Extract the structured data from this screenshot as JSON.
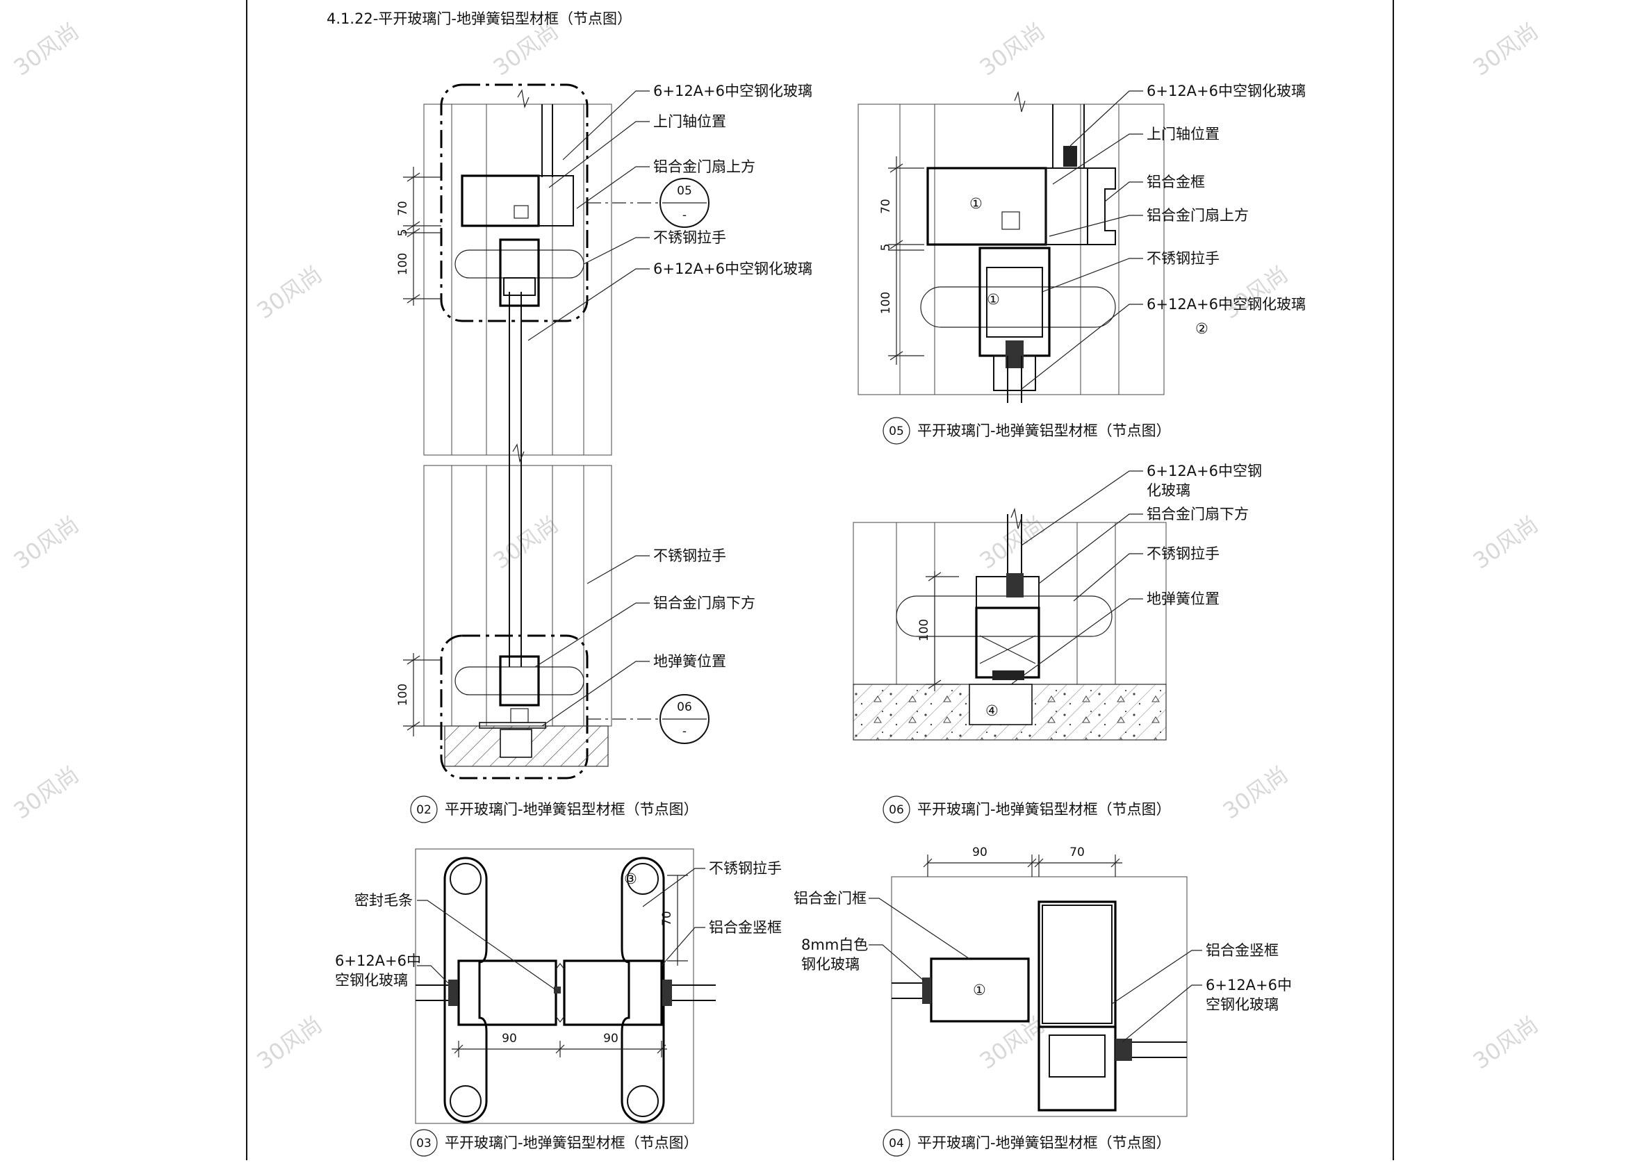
{
  "sheet": {
    "title": "4.1.22-平开玻璃门-地弹簧铝型材框（节点图）"
  },
  "watermark": "30风尚",
  "detail_02": {
    "caption_num": "02",
    "caption": "平开玻璃门-地弹簧铝型材框（节点图）",
    "labels": [
      "6+12A+6中空钢化玻璃",
      "上门轴位置",
      "铝合金门扇上方",
      "不锈钢拉手",
      "6+12A+6中空钢化玻璃",
      "不锈钢拉手",
      "铝合金门扇下方",
      "地弹簧位置"
    ],
    "dims": [
      "70",
      "5",
      "100",
      "100"
    ],
    "refs": [
      {
        "num": "05",
        "sub": "-"
      },
      {
        "num": "06",
        "sub": "-"
      }
    ]
  },
  "detail_05": {
    "caption_num": "05",
    "caption": "平开玻璃门-地弹簧铝型材框（节点图）",
    "labels": [
      "6+12A+6中空钢化玻璃",
      "上门轴位置",
      "铝合金框",
      "铝合金门扇上方",
      "不锈钢拉手",
      "6+12A+6中空钢化玻璃"
    ],
    "dims": [
      "70",
      "5",
      "100"
    ],
    "markers": [
      "①",
      "①",
      "②"
    ]
  },
  "detail_06": {
    "caption_num": "06",
    "caption": "平开玻璃门-地弹簧铝型材框（节点图）",
    "labels": [
      "6+12A+6中空钢",
      "化玻璃",
      "铝合金门扇下方",
      "不锈钢拉手",
      "地弹簧位置"
    ],
    "dims": [
      "100"
    ],
    "markers": [
      "④"
    ]
  },
  "detail_03": {
    "caption_num": "03",
    "caption": "平开玻璃门-地弹簧铝型材框（节点图）",
    "labels": [
      "不锈钢拉手",
      "密封毛条",
      "铝合金竖框",
      "6+12A+6中",
      "空钢化玻璃"
    ],
    "dims": [
      "70",
      "90",
      "90"
    ],
    "markers": [
      "③"
    ]
  },
  "detail_04": {
    "caption_num": "04",
    "caption": "平开玻璃门-地弹簧铝型材框（节点图）",
    "labels": [
      "铝合金门框",
      "8mm白色",
      "钢化玻璃",
      "铝合金竖框",
      "6+12A+6中",
      "空钢化玻璃"
    ],
    "dims": [
      "90",
      "70"
    ],
    "markers": [
      "①"
    ]
  }
}
